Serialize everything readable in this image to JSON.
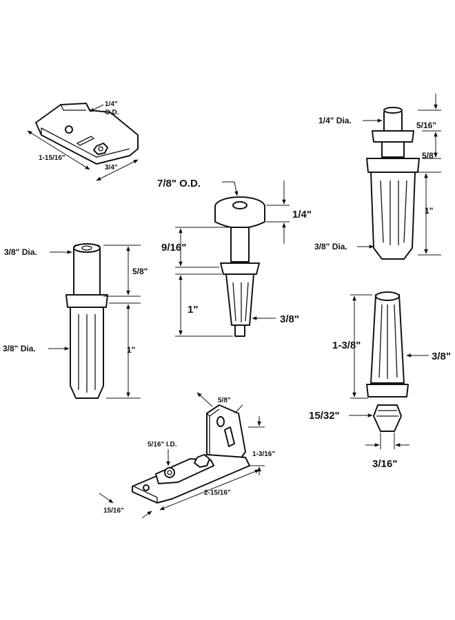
{
  "parts": {
    "top_bracket": {
      "od_top": "1/4\"",
      "od_bottom": "O.D.",
      "length": "1-15/16\"",
      "width": "3/4\""
    },
    "top_right_pivot": {
      "dia_top": "1/4\" Dia.",
      "height_top": "5/16\"",
      "height_mid": "5/8\"",
      "height_body": "1\"",
      "dia_bottom": "3/8\" Dia."
    },
    "center_pivot": {
      "od": "7/8\" O.D.",
      "collar_height": "1/4\"",
      "shaft_height": "9/16\"",
      "body_height": "1\"",
      "dia": "3/8\""
    },
    "left_pivot": {
      "dia_top": "3/8\" Dia.",
      "height_top": "5/8\"",
      "height_body": "1\"",
      "dia_bottom": "3/8\" Dia."
    },
    "right_pivot": {
      "height_body": "1-3/8\"",
      "dia": "3/8\"",
      "tip_dia": "15/32\"",
      "tip_width": "3/16\""
    },
    "bottom_bracket": {
      "hole": "5/8\"",
      "id": "5/16\" I.D.",
      "height": "1-3/16\"",
      "length": "2-15/16\"",
      "width": "15/16\""
    }
  }
}
